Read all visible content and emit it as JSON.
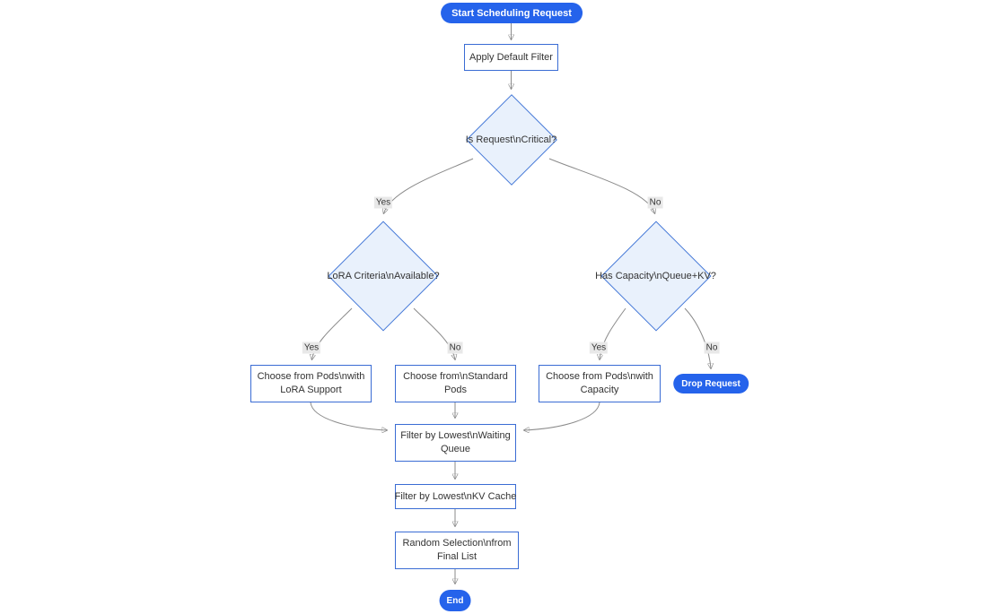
{
  "diagram": {
    "type": "flowchart",
    "direction": "top-down",
    "colors": {
      "terminal_fill": "#2563eb",
      "terminal_text": "#ffffff",
      "process_fill": "#ffffff",
      "process_border": "#3a6cd4",
      "decision_fill": "#e9f1fc",
      "decision_border": "#4679d8",
      "edge_stroke": "#8a8a8a",
      "arrowhead": "#333333",
      "edge_label_bg": "#e8e8e8",
      "node_text": "#333333"
    },
    "nodes": {
      "start": {
        "shape": "stadium",
        "label": "Start Scheduling Request"
      },
      "apply_filter": {
        "shape": "rect",
        "label": "Apply Default Filter"
      },
      "is_critical": {
        "shape": "diamond",
        "label": "Is Request\\nCritical?"
      },
      "lora_criteria": {
        "shape": "diamond",
        "label": "LoRA Criteria\\nAvailable?"
      },
      "has_capacity": {
        "shape": "diamond",
        "label": "Has Capacity\\nQueue+KV?"
      },
      "choose_lora": {
        "shape": "rect",
        "label": "Choose from Pods\\nwith LoRA Support"
      },
      "choose_standard": {
        "shape": "rect",
        "label": "Choose from\\nStandard Pods"
      },
      "choose_capacity": {
        "shape": "rect",
        "label": "Choose from Pods\\nwith Capacity"
      },
      "drop_request": {
        "shape": "stadium",
        "label": "Drop Request"
      },
      "filter_waiting": {
        "shape": "rect",
        "label": "Filter by Lowest\\nWaiting Queue"
      },
      "filter_kv": {
        "shape": "rect",
        "label": "Filter by Lowest\\nKV Cache"
      },
      "random_selection": {
        "shape": "rect",
        "label": "Random Selection\\nfrom Final List"
      },
      "end": {
        "shape": "stadium",
        "label": "End"
      }
    },
    "edges": [
      {
        "from": "start",
        "to": "apply_filter",
        "label": ""
      },
      {
        "from": "apply_filter",
        "to": "is_critical",
        "label": ""
      },
      {
        "from": "is_critical",
        "to": "lora_criteria",
        "label": "Yes"
      },
      {
        "from": "is_critical",
        "to": "has_capacity",
        "label": "No"
      },
      {
        "from": "lora_criteria",
        "to": "choose_lora",
        "label": "Yes"
      },
      {
        "from": "lora_criteria",
        "to": "choose_standard",
        "label": "No"
      },
      {
        "from": "has_capacity",
        "to": "choose_capacity",
        "label": "Yes"
      },
      {
        "from": "has_capacity",
        "to": "drop_request",
        "label": "No"
      },
      {
        "from": "choose_lora",
        "to": "filter_waiting",
        "label": ""
      },
      {
        "from": "choose_standard",
        "to": "filter_waiting",
        "label": ""
      },
      {
        "from": "choose_capacity",
        "to": "filter_waiting",
        "label": ""
      },
      {
        "from": "filter_waiting",
        "to": "filter_kv",
        "label": ""
      },
      {
        "from": "filter_kv",
        "to": "random_selection",
        "label": ""
      },
      {
        "from": "random_selection",
        "to": "end",
        "label": ""
      }
    ]
  }
}
